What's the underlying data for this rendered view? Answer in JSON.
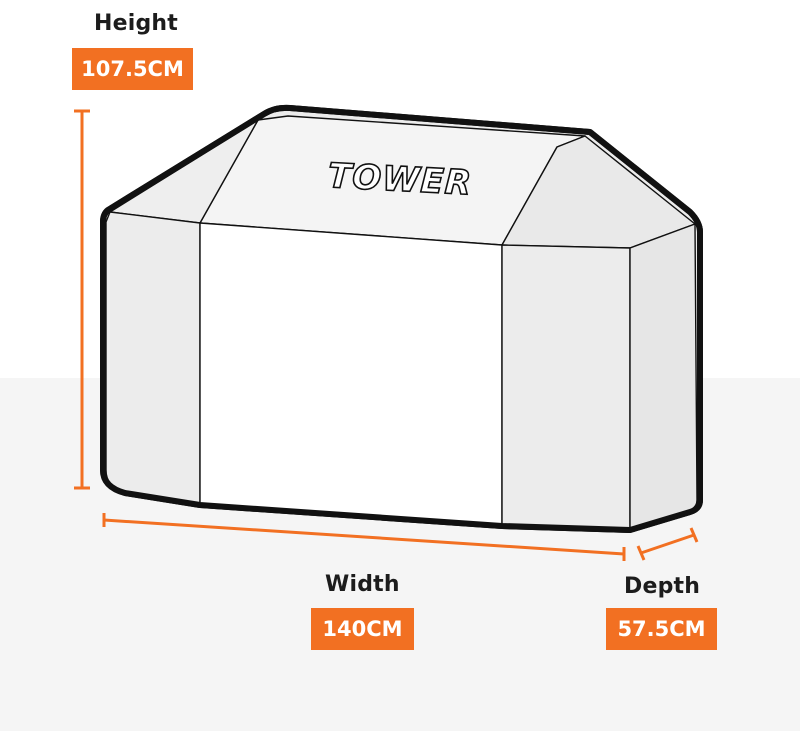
{
  "brand": {
    "logo_text": "TOWER"
  },
  "dimensions": {
    "height": {
      "label": "Height",
      "value": "107.5CM"
    },
    "width": {
      "label": "Width",
      "value": "140CM"
    },
    "depth": {
      "label": "Depth",
      "value": "57.5CM"
    }
  },
  "colors": {
    "accent": "#f27022",
    "outline": "#111111",
    "panel_light": "#ececec",
    "panel_front": "#ffffff",
    "floor": "#f5f5f5"
  }
}
